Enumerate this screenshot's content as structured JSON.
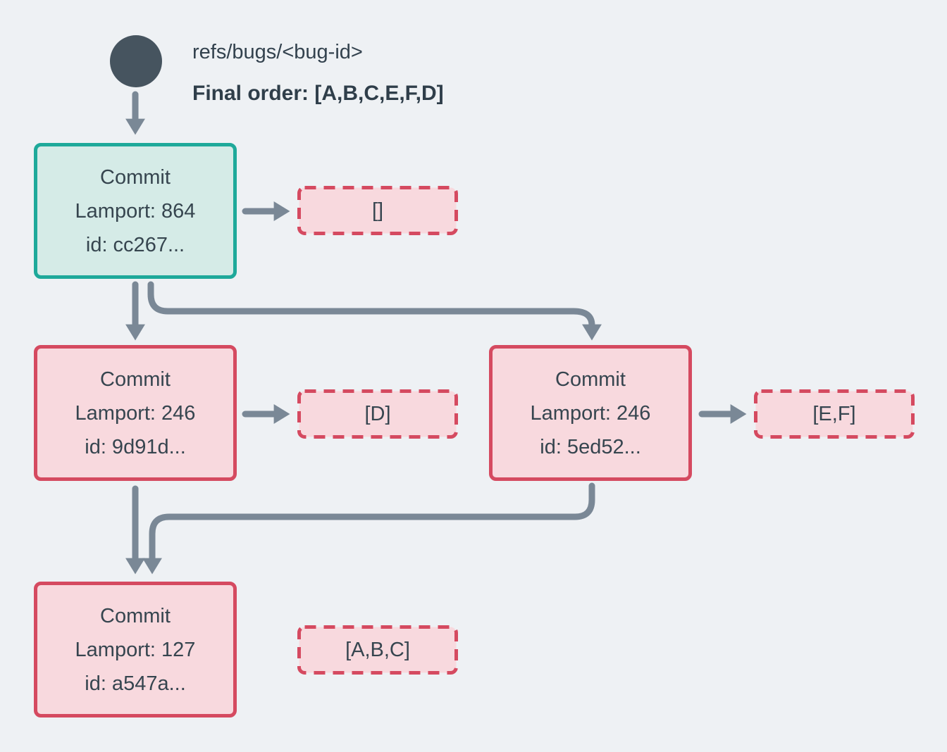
{
  "header": {
    "ref_label": "refs/bugs/<bug-id>",
    "final_order_label": "Final order: [A,B,C,E,F,D]"
  },
  "nodes": {
    "head": {
      "title": "Commit",
      "lamport": "Lamport: 864",
      "id": "id: cc267..."
    },
    "left": {
      "title": "Commit",
      "lamport": "Lamport: 246",
      "id": "id: 9d91d..."
    },
    "right": {
      "title": "Commit",
      "lamport": "Lamport: 246",
      "id": "id: 5ed52..."
    },
    "bottom": {
      "title": "Commit",
      "lamport": "Lamport: 127",
      "id": "id: a547a..."
    }
  },
  "results": {
    "head": "[]",
    "left": "[D]",
    "right": "[E,F]",
    "bottom": "[A,B,C]"
  },
  "colors": {
    "background": "#eef1f4",
    "arrow": "#7a8896",
    "ref_circle": "#46545f",
    "text": "#36454f",
    "teal_border": "#1ea99a",
    "teal_fill": "#d5ebe7",
    "red_border": "#d54a60",
    "red_fill": "#f8d9de"
  }
}
